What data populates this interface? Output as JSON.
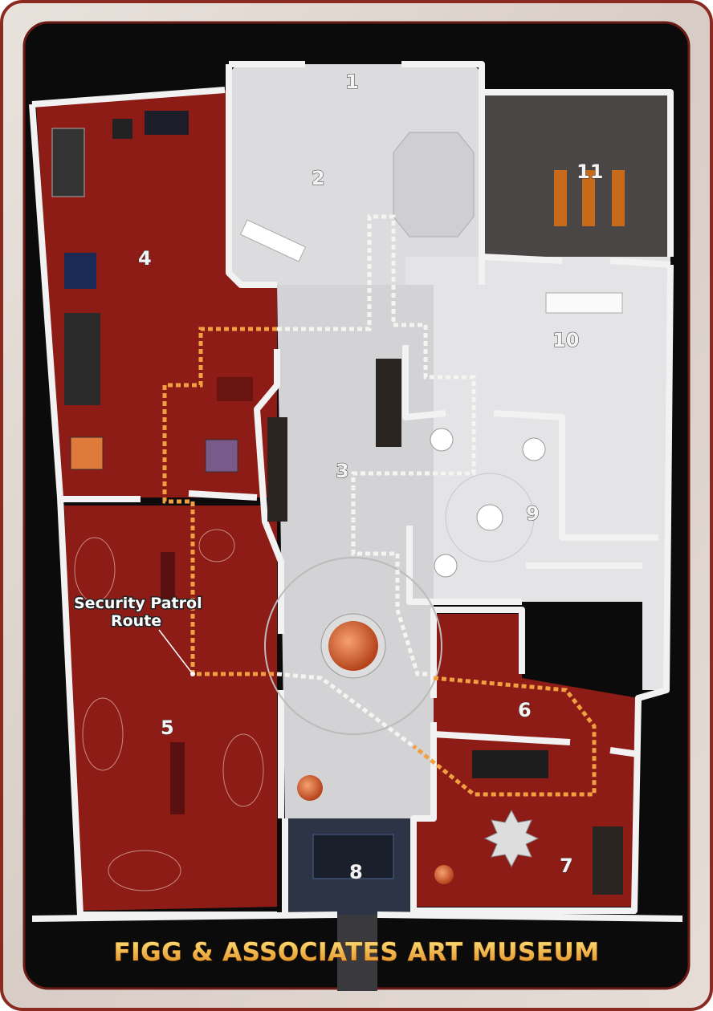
{
  "map": {
    "title": "FIGG & ASSOCIATES ART MUSEUM",
    "legend_callout": {
      "line1": "Security Patrol",
      "line2": "Route"
    },
    "rooms": [
      {
        "number": "1"
      },
      {
        "number": "2"
      },
      {
        "number": "3"
      },
      {
        "number": "4"
      },
      {
        "number": "5"
      },
      {
        "number": "6"
      },
      {
        "number": "7"
      },
      {
        "number": "8"
      },
      {
        "number": "9"
      },
      {
        "number": "10"
      },
      {
        "number": "11"
      }
    ],
    "colors": {
      "gallery_red": "#8e1c16",
      "floor_gray": "#d6d6d8",
      "wall_white": "#f2f2f2",
      "frame_black": "#0b0b0b",
      "patrol_orange": "#f0a040",
      "patrol_white": "#f5f5f0",
      "title_gold": "#f5c049"
    }
  }
}
